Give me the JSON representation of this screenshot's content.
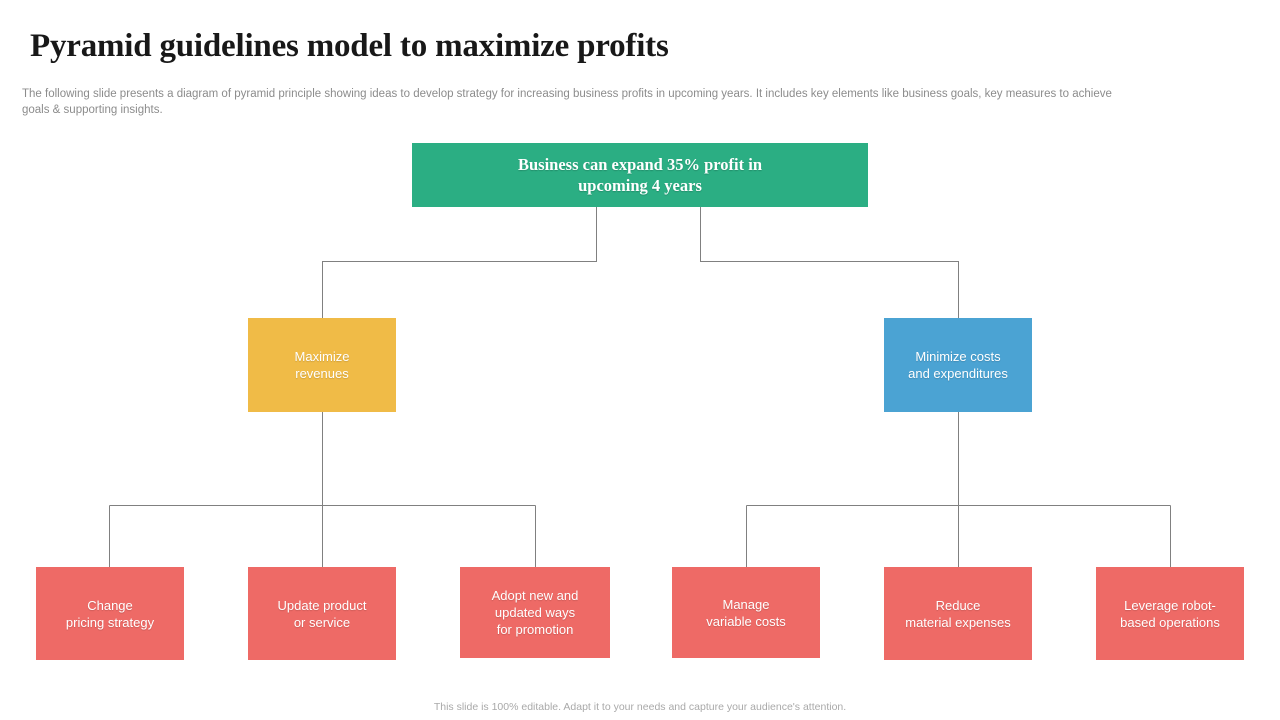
{
  "slide": {
    "title": "Pyramid guidelines model to maximize profits",
    "subtitle": "The following slide presents a diagram of pyramid principle showing ideas to develop strategy for increasing business profits in upcoming years. It includes key elements like business goals, key measures to achieve goals & supporting insights.",
    "footer": "This slide is 100% editable. Adapt it to your needs and capture your audience's attention."
  },
  "colors": {
    "root": "#2BAE83",
    "branch_left": "#F0BB47",
    "branch_right": "#4BA3D3",
    "leaf": "#EE6A66",
    "connector": "#808080",
    "title_text": "#181818",
    "body_text": "#8c8c8c",
    "footer_text": "#a9a9a9",
    "node_text": "#ffffff",
    "background": "#ffffff"
  },
  "diagram": {
    "type": "hierarchy",
    "root": {
      "label": "Business can expand 35% profit in\nupcoming 4 years",
      "color": "#2BAE83"
    },
    "branches": [
      {
        "label": "Maximize\nrevenues",
        "color": "#F0BB47",
        "children": [
          {
            "label": "Change\npricing strategy",
            "color": "#EE6A66"
          },
          {
            "label": "Update product\nor service",
            "color": "#EE6A66"
          },
          {
            "label": "Adopt new and\nupdated ways\nfor promotion",
            "color": "#EE6A66"
          }
        ]
      },
      {
        "label": "Minimize costs\nand expenditures",
        "color": "#4BA3D3",
        "children": [
          {
            "label": "Manage\nvariable costs",
            "color": "#EE6A66"
          },
          {
            "label": "Reduce\nmaterial expenses",
            "color": "#EE6A66"
          },
          {
            "label": "Leverage robot-\nbased operations",
            "color": "#EE6A66"
          }
        ]
      }
    ]
  }
}
